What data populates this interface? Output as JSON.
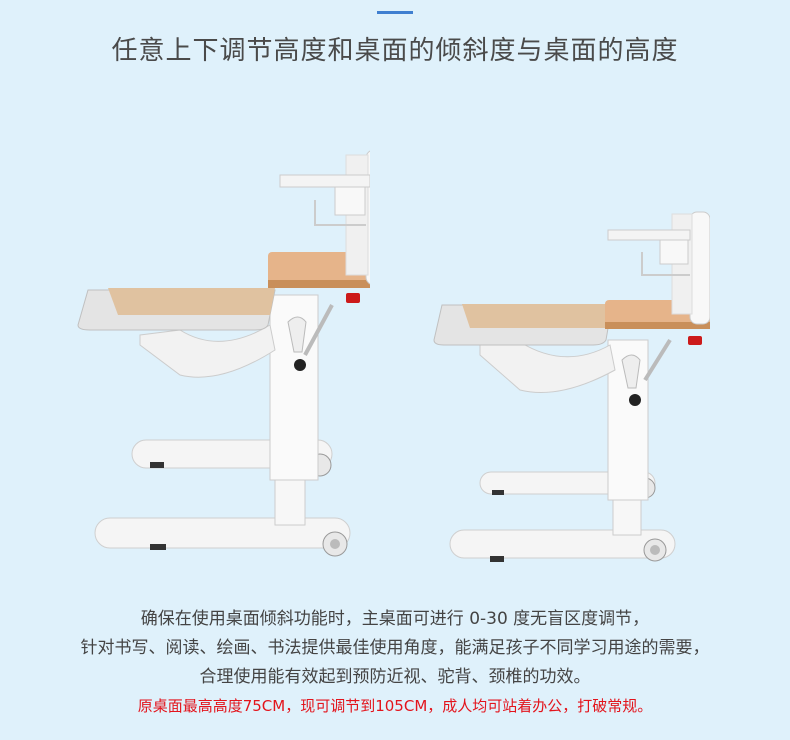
{
  "header": {
    "accent_color": "#3f7fd0",
    "title": "任意上下调节高度和桌面的倾斜度与桌面的高度"
  },
  "images": [
    {
      "name": "desk-high-position",
      "alt": "升降桌较高状态侧视图"
    },
    {
      "name": "desk-low-position",
      "alt": "升降桌较低状态侧视图"
    }
  ],
  "description": {
    "lines": [
      "确保在使用桌面倾斜功能时，主桌面可进行 0-30 度无盲区度调节，",
      "针对书写、阅读、绘画、书法提供最佳使用角度，能满足孩子不同学习用途的需要，",
      "合理使用能有效起到预防近视、驼背、颈椎的功效。"
    ],
    "highlight": "原桌面最高高度75CM，现可调节到105CM，成人均可站着办公，打破常规。",
    "highlight_color": "#e3141c"
  },
  "colors": {
    "background": "#dff1fb",
    "text": "#444444",
    "wood": "#d8a77a",
    "frame": "#f3f3f3",
    "knob": "#cc1a1a"
  }
}
